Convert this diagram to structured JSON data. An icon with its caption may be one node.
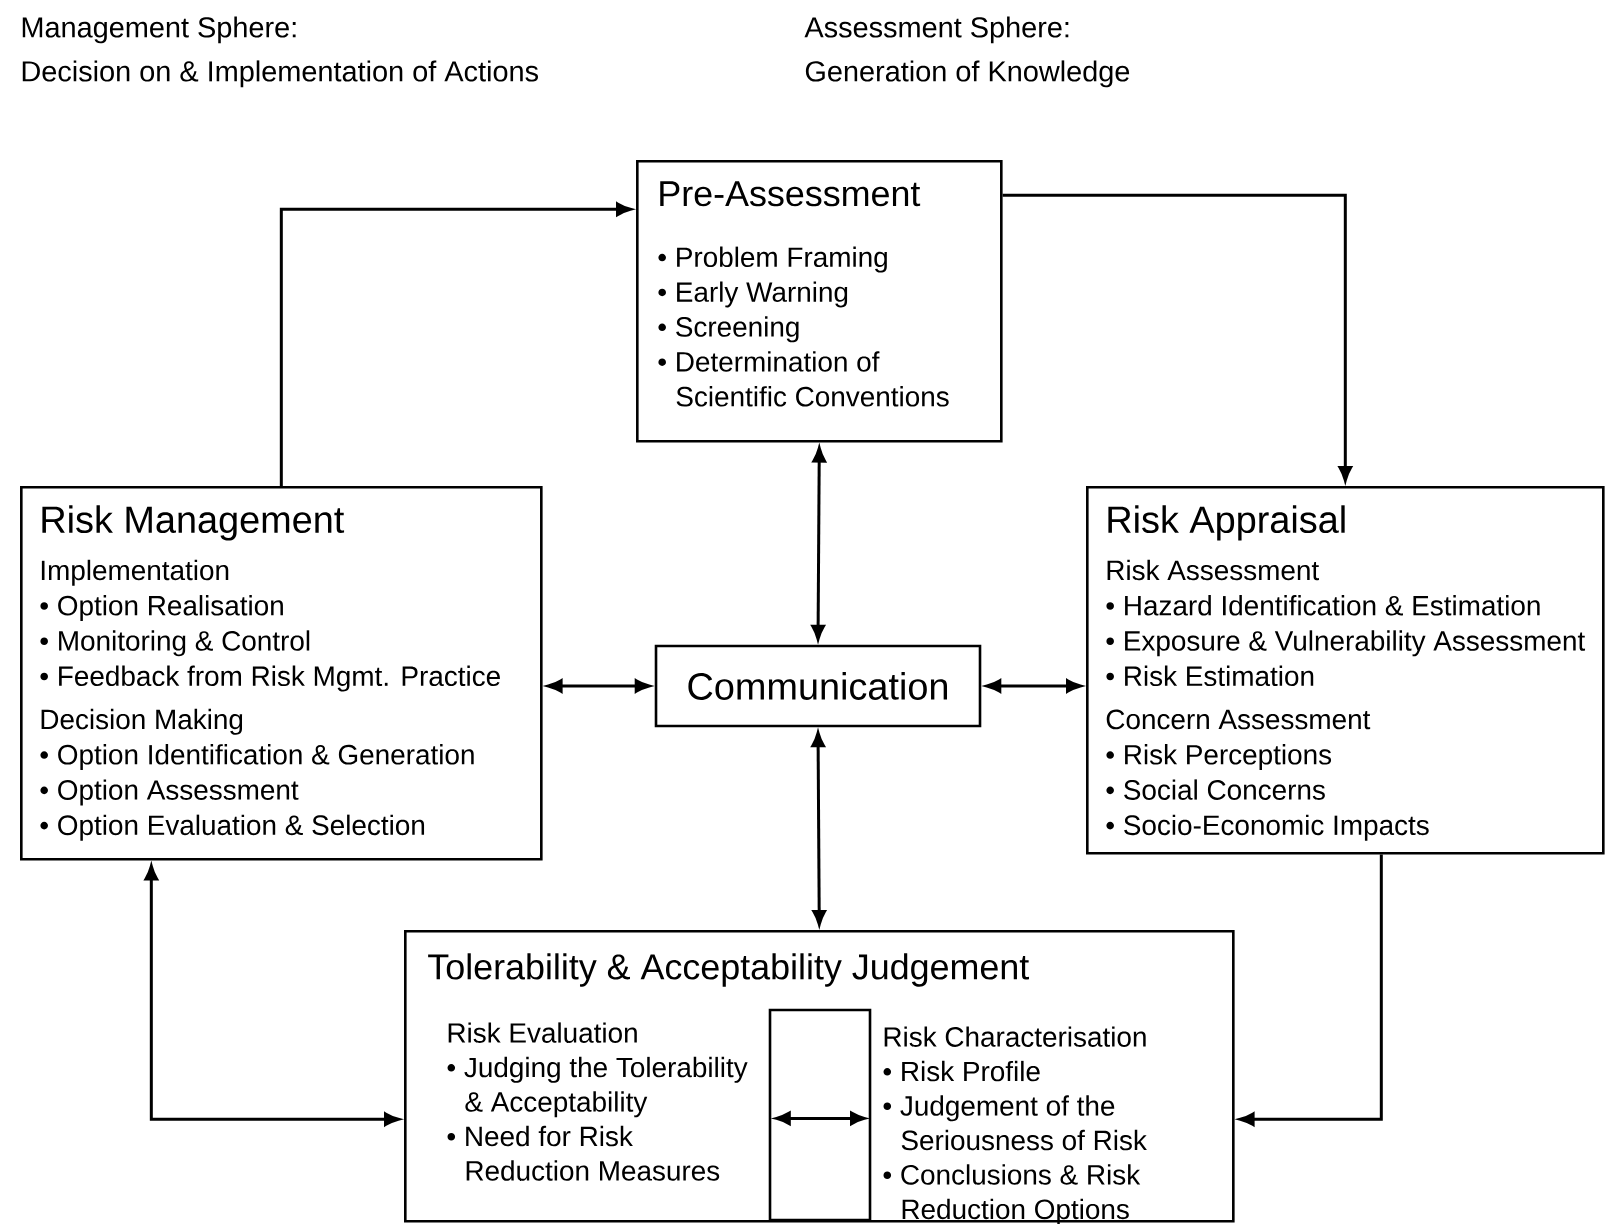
{
  "diagram": {
    "nodes": [
      {
        "text": [
          "Pre-Assessment",
          "• Problem Framing",
          "• Early Warning",
          "• Screening",
          "• Determination of Scientific Conventions"
        ]
      },
      {
        "text": [
          "Risk Management",
          "Implementation",
          "• Option Realisation",
          "• Monitoring & Control",
          "• Feedback from Risk Mgmt. Practice",
          "Decision Making",
          "• Option Identification & Generation",
          "• Option Assessment",
          "• Option Evaluation & Selection"
        ]
      },
      {
        "text": [
          "Communication"
        ]
      },
      {
        "text": [
          "Risk Appraisal",
          "Risk Assessment",
          "• Hazard Identification & Estimation",
          "• Exposure & Vulnerability Assessment",
          "• Risk Estimation",
          "Concern Assessment",
          "• Risk Perceptions",
          "• Social Concerns",
          "• Socio-Economic Impacts"
        ]
      },
      {
        "text": [
          "Tolerability & Acceptability Judgement"
        ]
      },
      {
        "text": [
          "Risk Evaluation",
          "• Judging the Tolerability & Acceptability",
          "• Need for Risk Reduction Measures"
        ],
        "in": 4
      },
      {
        "text": [
          "Risk Characterisation",
          "• Risk Profile",
          "• Judgement of the Seriousness of Risk",
          "• Conclusions & Risk Reduction Options"
        ],
        "in": 4
      }
    ],
    "edges": [
      {
        "from": 1,
        "to": 0,
        "arrow": "to"
      },
      {
        "from": 0,
        "to": 3,
        "arrow": "to"
      },
      {
        "from": 0,
        "to": 2,
        "arrow": "both"
      },
      {
        "from": 1,
        "to": 2,
        "arrow": "both"
      },
      {
        "from": 2,
        "to": 3,
        "arrow": "both"
      },
      {
        "from": 2,
        "to": 4,
        "arrow": "both"
      },
      {
        "from": 3,
        "to": 4,
        "arrow": "to"
      },
      {
        "from": 4,
        "to": 1,
        "arrow": "both"
      },
      {
        "from": 5,
        "to": 6,
        "arrow": "both"
      }
    ],
    "labels": [
      "Management Sphere:",
      "Decision on & Implementation of Actions",
      "Assessment Sphere:",
      "Generation of Knowledge"
    ]
  }
}
